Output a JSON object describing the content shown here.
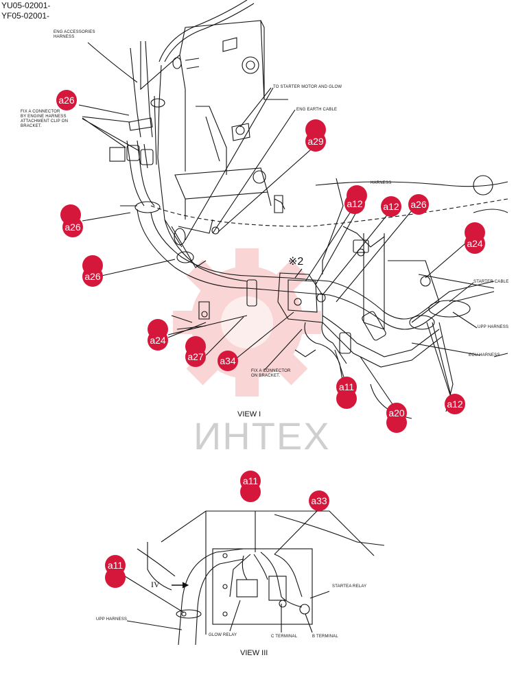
{
  "header": {
    "line1": "YU05-02001-",
    "line2": "YF05-02001-"
  },
  "watermark": {
    "text": "ИНТЕХ",
    "gear_color": "#f08a8a"
  },
  "labels": {
    "eng_accessories_harness": "ENG ACCESSORIES\nHARNESS",
    "to_starter_motor": "TO STARTER MOTOR AND GLOW",
    "eng_earth_cable": "ENG EARTH CABLE",
    "fix_connector_clip": "FIX A CONNECTOR\nBY ENGINE HARNESS\nATTACHMENT CLIP ON\nBRACKET.",
    "harness_partial": "HARNESS",
    "starter_cable": "STARTER CABLE",
    "upp_harness_1": "UPP HARNESS",
    "ecu_harness": "ECU HARNESS",
    "fix_connector_bracket": "FIX A CONNECTOR\nON BRACKET.",
    "mark_x2": "※2",
    "view1": "VIEW I",
    "view4_arrow": "IV",
    "starter_relay": "STARTEA RELAY",
    "upp_harness_2": "UPP HARNESS",
    "glow_relay": "GLOW RELAY",
    "c_terminal": "C TERMINAL",
    "b_terminal": "B TERMINAL",
    "view3": "VIEW III"
  },
  "callouts": [
    {
      "id": "a26-1",
      "text": "a26"
    },
    {
      "id": "a29",
      "text": "a29"
    },
    {
      "id": "a26-2",
      "text": "a26"
    },
    {
      "id": "a26-3",
      "text": "a26"
    },
    {
      "id": "a12-1",
      "text": "a12"
    },
    {
      "id": "a12-2",
      "text": "a12"
    },
    {
      "id": "a26-4",
      "text": "a26"
    },
    {
      "id": "a24-1",
      "text": "a24"
    },
    {
      "id": "a24-2",
      "text": "a24"
    },
    {
      "id": "a27",
      "text": "a27"
    },
    {
      "id": "a34",
      "text": "a34"
    },
    {
      "id": "a11-1",
      "text": "a11"
    },
    {
      "id": "a20",
      "text": "a20"
    },
    {
      "id": "a12-3",
      "text": "a12"
    },
    {
      "id": "a11-2",
      "text": "a11"
    },
    {
      "id": "a33",
      "text": "a33"
    },
    {
      "id": "a11-3",
      "text": "a11"
    }
  ],
  "callout_color": "#d6173c"
}
